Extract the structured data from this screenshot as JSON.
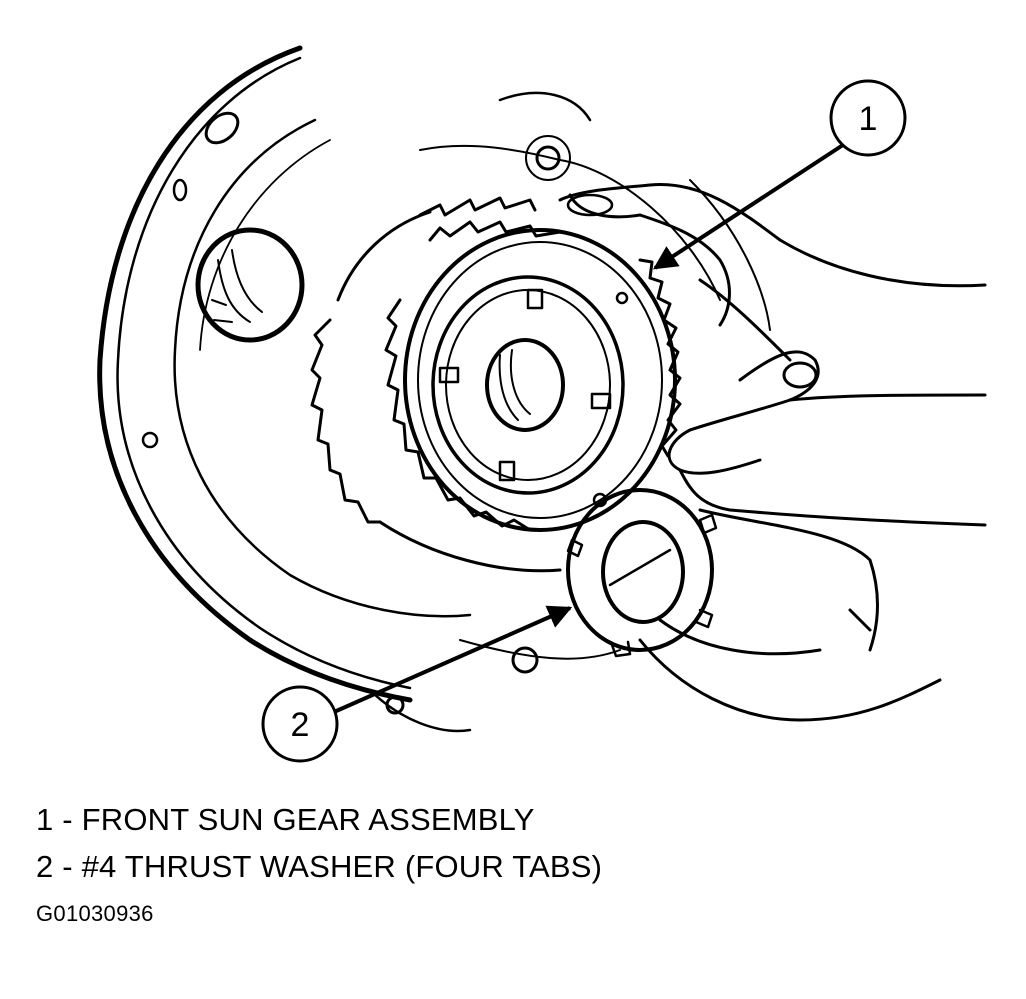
{
  "callouts": [
    {
      "number": "1"
    },
    {
      "number": "2"
    }
  ],
  "legend": [
    {
      "text": "1 - FRONT SUN GEAR ASSEMBLY"
    },
    {
      "text": "2 - #4 THRUST WASHER (FOUR TABS)"
    }
  ],
  "figure_code": "G01030936",
  "colors": {
    "line": "#000000",
    "background": "#ffffff"
  }
}
